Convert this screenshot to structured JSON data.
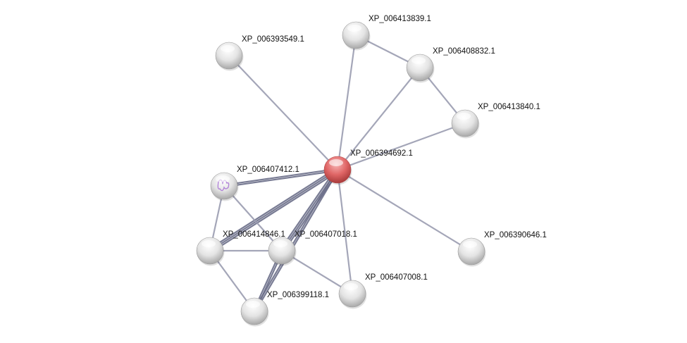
{
  "network": {
    "query_node": "XP_006394692.1",
    "colors": {
      "query": "#e06666",
      "node": "#dedede",
      "edge": "#9a9cb0",
      "edge_strong": "#6a6e88"
    },
    "nodes": [
      {
        "id": "XP_006394692.1",
        "type": "query"
      },
      {
        "id": "XP_006393549.1",
        "type": "normal"
      },
      {
        "id": "XP_006413839.1",
        "type": "normal"
      },
      {
        "id": "XP_006408832.1",
        "type": "normal"
      },
      {
        "id": "XP_006413840.1",
        "type": "normal"
      },
      {
        "id": "XP_006407412.1",
        "type": "structure"
      },
      {
        "id": "XP_006414846.1",
        "type": "normal"
      },
      {
        "id": "XP_006407018.1",
        "type": "normal"
      },
      {
        "id": "XP_006399118.1",
        "type": "normal"
      },
      {
        "id": "XP_006407008.1",
        "type": "normal"
      },
      {
        "id": "XP_006390646.1",
        "type": "normal"
      }
    ],
    "edges": [
      {
        "a": "XP_006394692.1",
        "b": "XP_006393549.1",
        "strength": 1
      },
      {
        "a": "XP_006394692.1",
        "b": "XP_006413839.1",
        "strength": 1
      },
      {
        "a": "XP_006394692.1",
        "b": "XP_006408832.1",
        "strength": 1
      },
      {
        "a": "XP_006394692.1",
        "b": "XP_006413840.1",
        "strength": 1
      },
      {
        "a": "XP_006394692.1",
        "b": "XP_006390646.1",
        "strength": 1
      },
      {
        "a": "XP_006394692.1",
        "b": "XP_006407008.1",
        "strength": 1
      },
      {
        "a": "XP_006394692.1",
        "b": "XP_006407412.1",
        "strength": 2
      },
      {
        "a": "XP_006394692.1",
        "b": "XP_006414846.1",
        "strength": 3
      },
      {
        "a": "XP_006394692.1",
        "b": "XP_006407018.1",
        "strength": 3
      },
      {
        "a": "XP_006394692.1",
        "b": "XP_006399118.1",
        "strength": 2
      },
      {
        "a": "XP_006413839.1",
        "b": "XP_006408832.1",
        "strength": 1
      },
      {
        "a": "XP_006408832.1",
        "b": "XP_006413840.1",
        "strength": 1
      },
      {
        "a": "XP_006407412.1",
        "b": "XP_006414846.1",
        "strength": 1
      },
      {
        "a": "XP_006407412.1",
        "b": "XP_006407018.1",
        "strength": 1
      },
      {
        "a": "XP_006414846.1",
        "b": "XP_006407018.1",
        "strength": 1
      },
      {
        "a": "XP_006414846.1",
        "b": "XP_006399118.1",
        "strength": 1
      },
      {
        "a": "XP_006407018.1",
        "b": "XP_006399118.1",
        "strength": 2
      },
      {
        "a": "XP_006407018.1",
        "b": "XP_006407008.1",
        "strength": 1
      }
    ]
  }
}
